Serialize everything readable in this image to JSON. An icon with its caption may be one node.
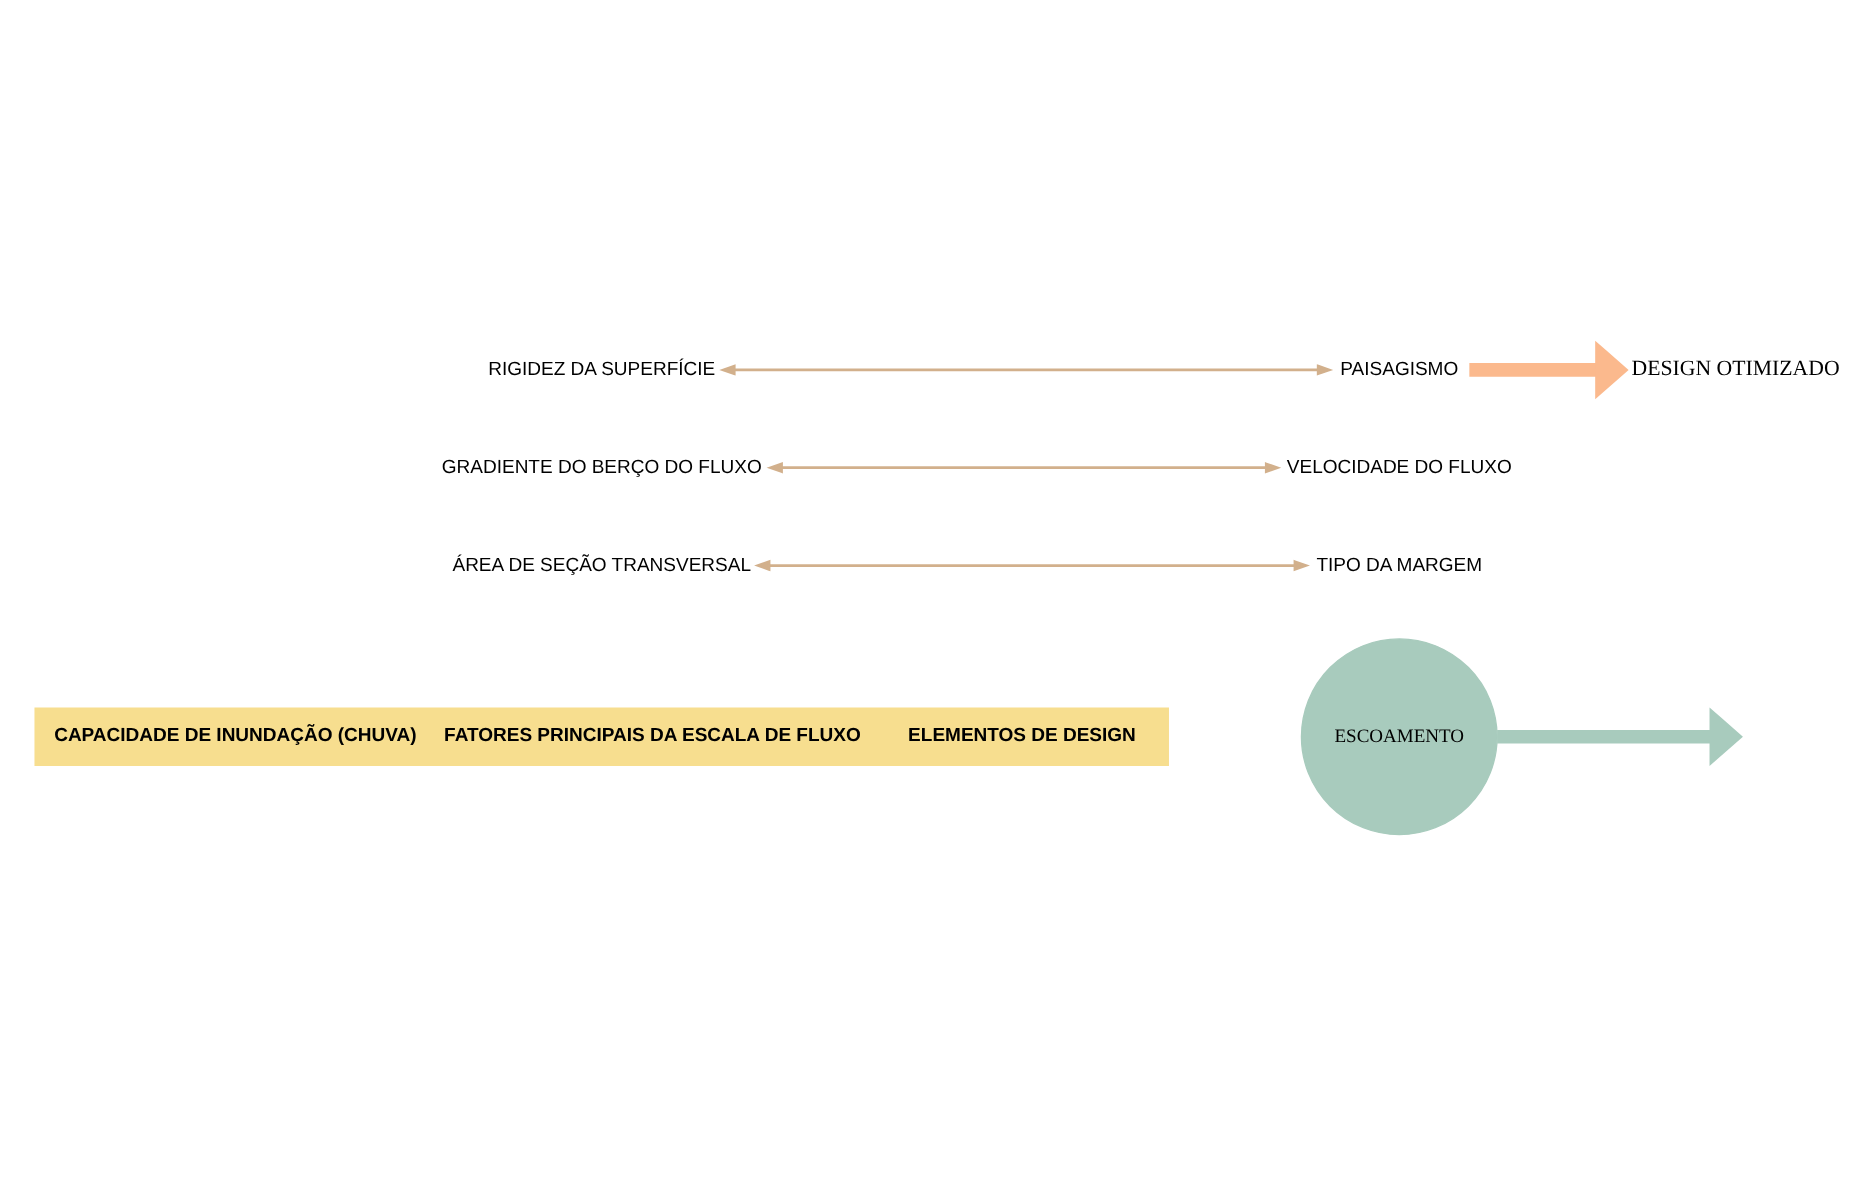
{
  "diagram": {
    "nodes": [
      {
        "text": [
          "CAPACIDADE DE INUNDAÇÃO (CHUVA)",
          "FATORES PRINCIPAIS DA ESCALA DE FLUXO",
          "ELEMENTOS DE DESIGN"
        ]
      },
      {
        "text": [
          "ESCOAMENTO"
        ]
      },
      {
        "text": [
          "ÁREA DE SEÇÃO TRANSVERSAL"
        ]
      },
      {
        "text": [
          "GRADIENTE DO BERÇO DO FLUXO"
        ]
      },
      {
        "text": [
          "RIGIDEZ DA SUPERFÍCIE"
        ]
      },
      {
        "text": [
          "TIPO DA MARGEM"
        ]
      },
      {
        "text": [
          "VELOCIDADE DO FLUXO"
        ]
      },
      {
        "text": [
          "PAISAGISMO"
        ]
      },
      {
        "text": [
          "DESIGN OTIMIZADO"
        ]
      }
    ],
    "edges": [
      {
        "from": 1,
        "to": null,
        "arrow": "to",
        "style": "thick",
        "color": "#a8cbbd"
      },
      {
        "from": 2,
        "to": 5,
        "arrow": "both"
      },
      {
        "from": 3,
        "to": 6,
        "arrow": "both"
      },
      {
        "from": 4,
        "to": 7,
        "arrow": "both"
      },
      {
        "from": 7,
        "to": 8,
        "arrow": "to",
        "style": "thick",
        "color": "#fbb98d"
      }
    ]
  }
}
